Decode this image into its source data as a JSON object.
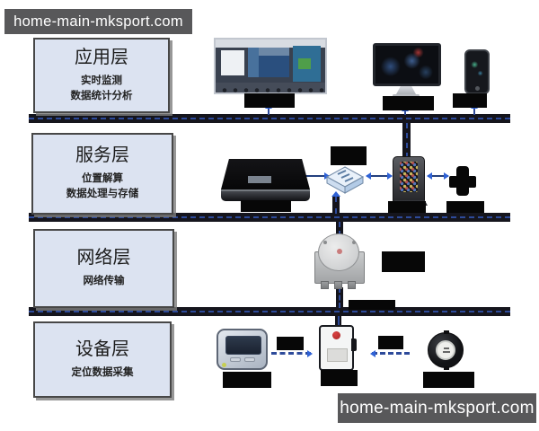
{
  "watermarks": {
    "top": "home-main-mksport.com",
    "bottom": "home-main-mksport.com"
  },
  "layers": [
    {
      "title": "应用层",
      "lines": [
        "实时监测",
        "数据统计分析"
      ]
    },
    {
      "title": "服务层",
      "lines": [
        "位置解算",
        "数据处理与存储"
      ]
    },
    {
      "title": "网络层",
      "lines": [
        "网络传输"
      ]
    },
    {
      "title": "设备层",
      "lines": [
        "定位数据采集"
      ]
    }
  ],
  "icons": [
    "monitor-wall-icon",
    "desktop-computer-icon",
    "smartphone-icon",
    "laptop-icon",
    "network-switch-icon",
    "server-icon",
    "database-icon",
    "positioning-anchor-icon",
    "pager-tag-icon",
    "sos-badge-icon",
    "round-tag-icon"
  ],
  "colors": {
    "layer_box_fill": "#dce3f1",
    "layer_box_border": "#474747",
    "bus_bar": "#15151d",
    "bus_dash": "#2d4a9a",
    "arrow_head": "#2f62d6",
    "label_box": "#070707",
    "watermark_bg": "#58585a",
    "watermark_text": "#ffffff"
  }
}
